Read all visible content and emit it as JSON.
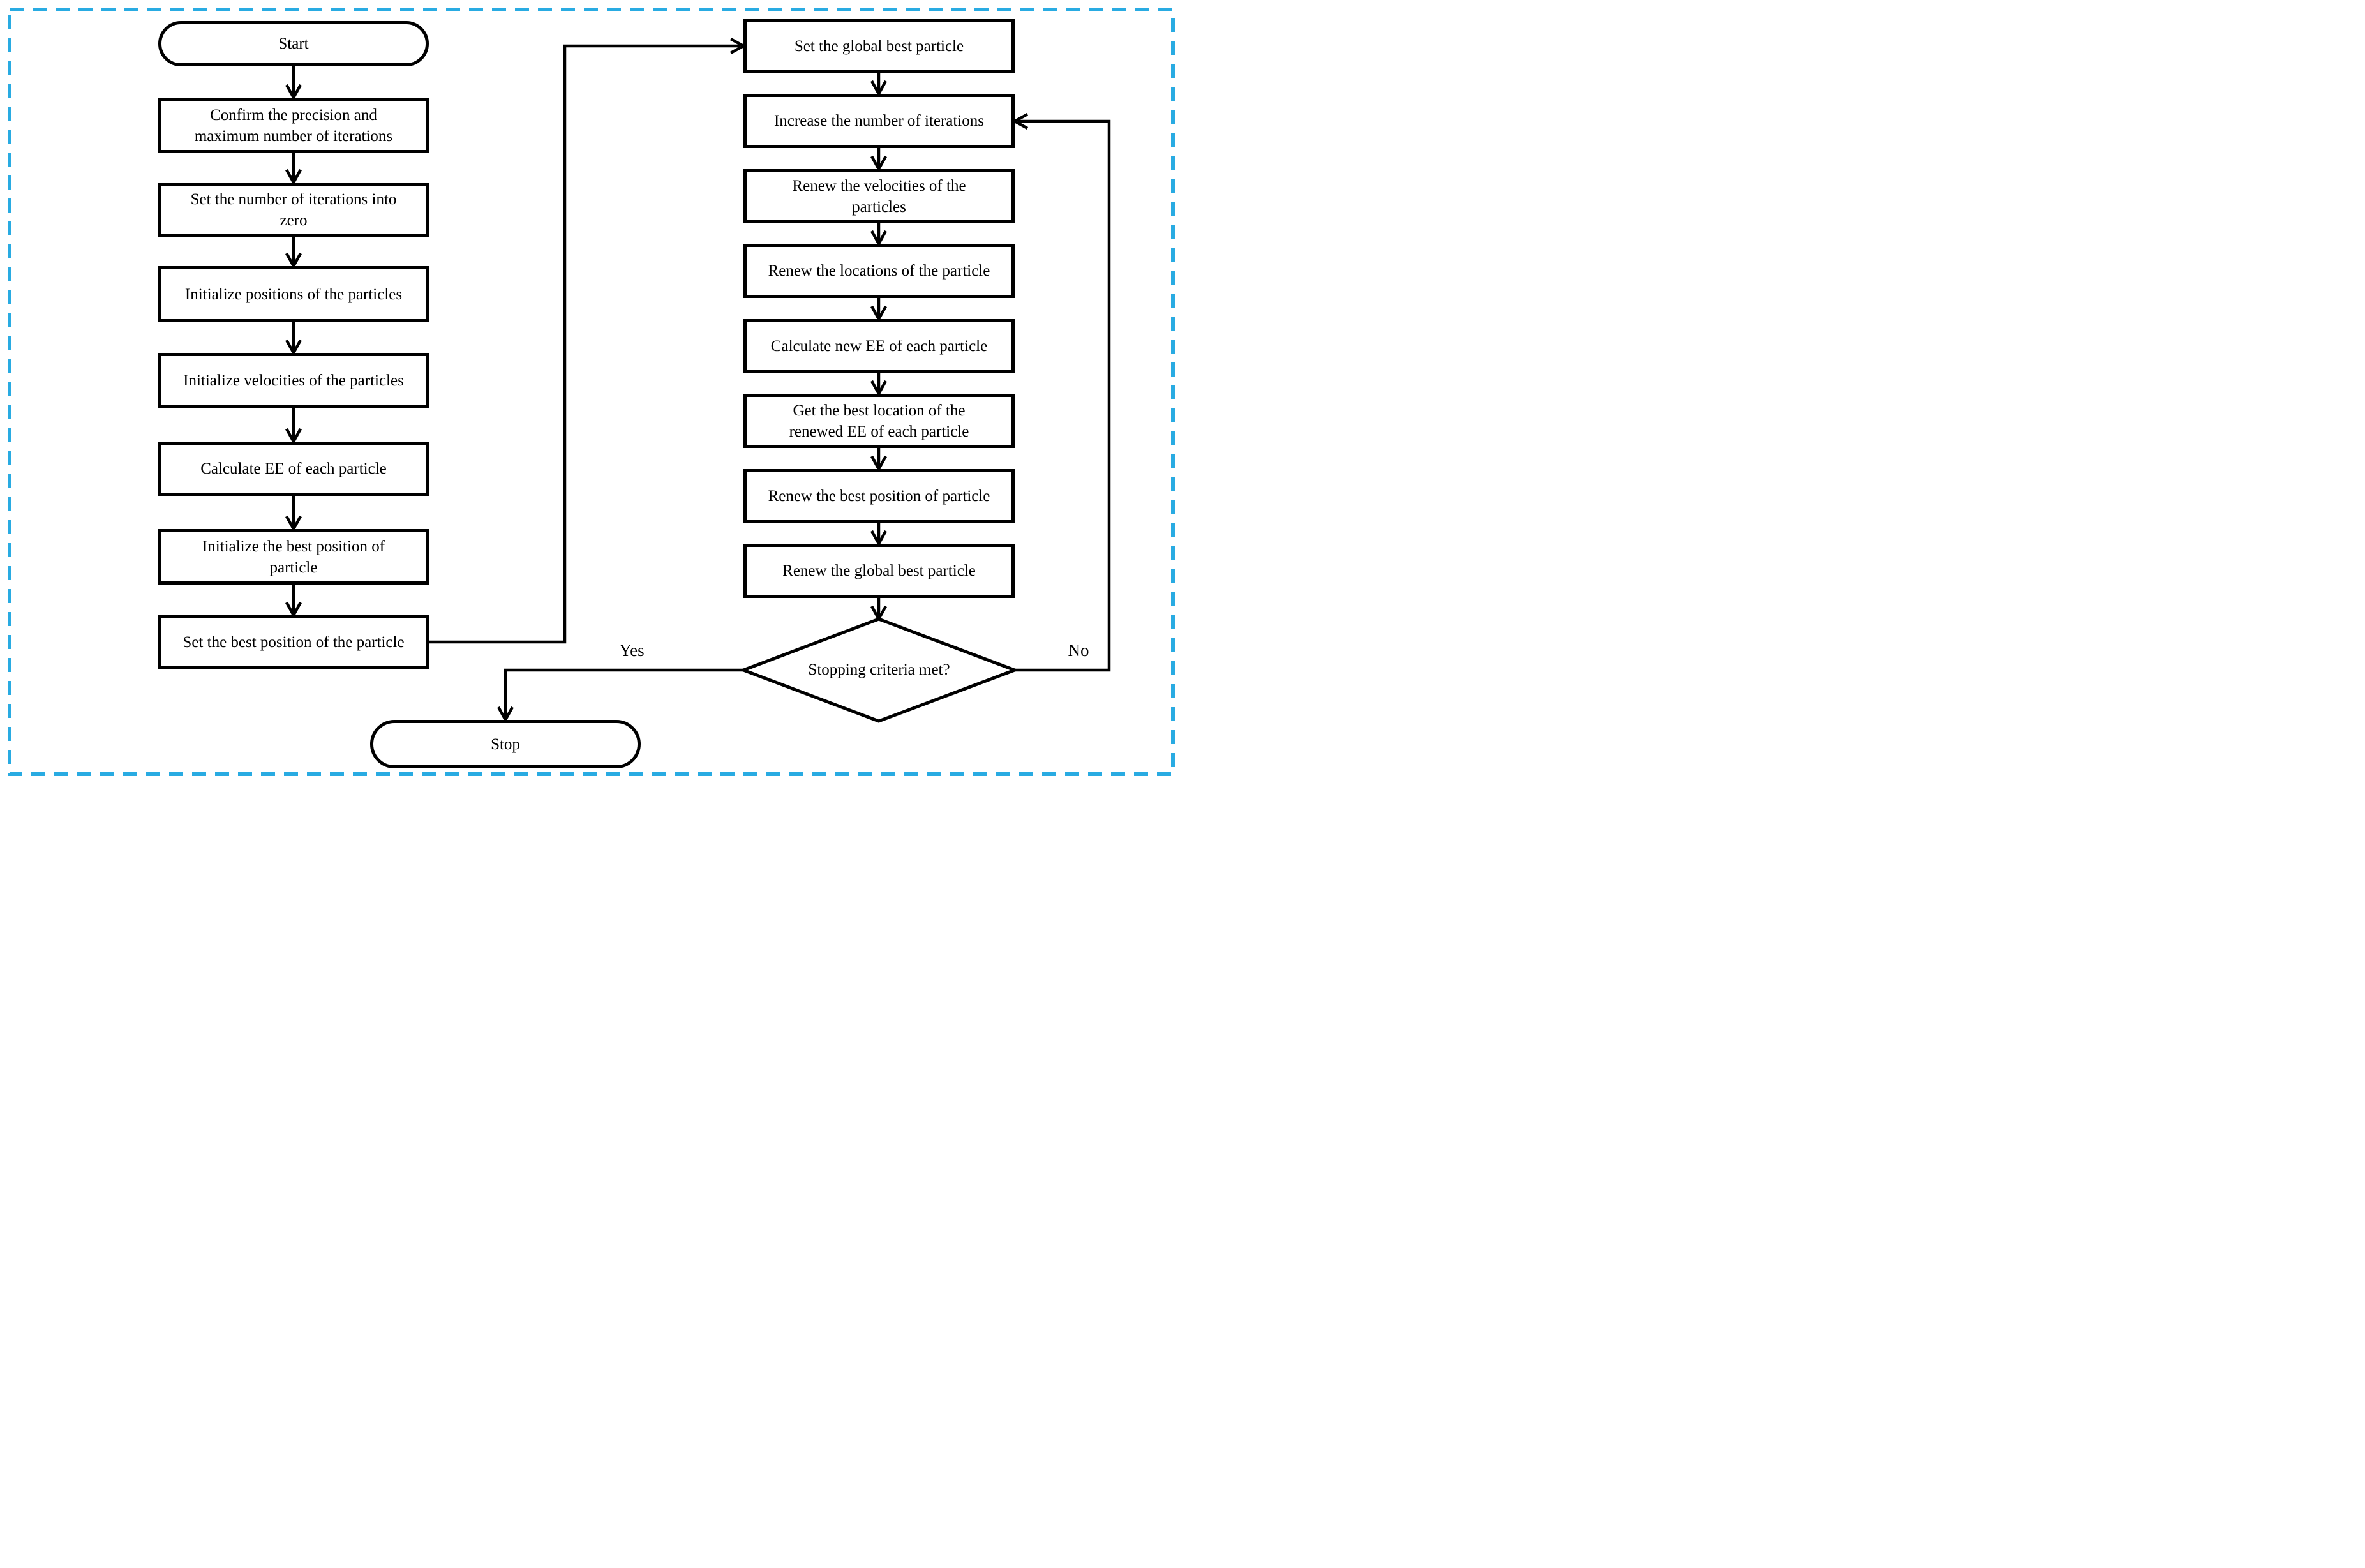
{
  "diagram": {
    "kind": "flowchart",
    "background_color": "#ffffff",
    "border_color": "#29abe2",
    "node_fill_color": "#ffffff",
    "stroke_color": "#000000"
  },
  "nodes": {
    "start": {
      "shape": "terminator",
      "label": "Start"
    },
    "confirm_precision": {
      "shape": "process",
      "label": "Confirm the precision and\nmaximum number of iterations"
    },
    "set_iterations_zero": {
      "shape": "process",
      "label": "Set the number of iterations into\nzero"
    },
    "initialize_positions": {
      "shape": "process",
      "label": "Initialize positions of the particles"
    },
    "initialize_velocities": {
      "shape": "process",
      "label": "Initialize velocities of the particles"
    },
    "calculate_ee": {
      "shape": "process",
      "label": "Calculate EE of each particle"
    },
    "initialize_best_position": {
      "shape": "process",
      "label": "Initialize the best position of\nparticle"
    },
    "set_best_position": {
      "shape": "process",
      "label": "Set the best position of the particle"
    },
    "set_global_best": {
      "shape": "process",
      "label": "Set the global best particle"
    },
    "increase_iterations": {
      "shape": "process",
      "label": "Increase the number of iterations"
    },
    "renew_velocities": {
      "shape": "process",
      "label": "Renew the velocities of the\nparticles"
    },
    "renew_locations": {
      "shape": "process",
      "label": "Renew the locations of the particle"
    },
    "calculate_new_ee": {
      "shape": "process",
      "label": "Calculate new EE of each particle"
    },
    "get_best_location": {
      "shape": "process",
      "label": "Get the best location of the\nrenewed EE of each particle"
    },
    "renew_best_position": {
      "shape": "process",
      "label": "Renew the best position of particle"
    },
    "renew_global_best": {
      "shape": "process",
      "label": "Renew the global best particle"
    },
    "decision": {
      "shape": "decision",
      "label": "Stopping criteria met?"
    },
    "stop": {
      "shape": "terminator",
      "label": "Stop"
    }
  },
  "edges": {
    "yes_label": "Yes",
    "no_label": "No"
  }
}
